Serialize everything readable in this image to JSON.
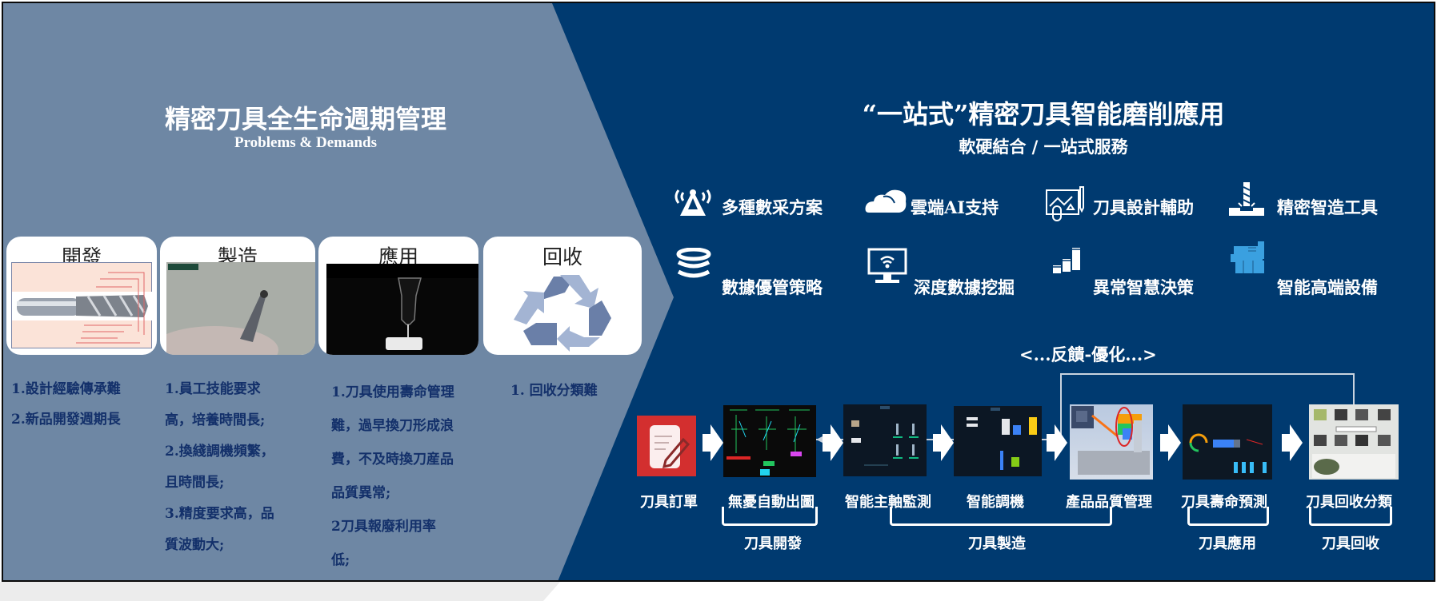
{
  "left": {
    "title": "精密刀具全生命週期管理",
    "subtitle": "Problems & Demands",
    "cards": [
      {
        "title": "開發",
        "image": "end-mill-drawing"
      },
      {
        "title": "製造",
        "image": "tool-inspection-photo"
      },
      {
        "title": "應用",
        "image": "machining-photo"
      },
      {
        "title": "回收",
        "image": "recycle-icon"
      }
    ],
    "issues": [
      [
        "1.設計經驗傳承難",
        "2.新品開發週期長"
      ],
      [
        "1.員工技能要求",
        "高，培養時間長;",
        "2.換綫調機頻繁，",
        "且時間長;",
        "3.精度要求高，品",
        "質波動大;"
      ],
      [
        "1.刀具使用壽命管理",
        "難，過早換刀形成浪",
        "費，不及時換刀産品",
        "品質異常;",
        "2刀具報廢利用率",
        "低;"
      ],
      [
        "1. 回收分類難"
      ]
    ]
  },
  "right": {
    "title": "“一站式”精密刀具智能磨削應用",
    "subtitle": "軟硬結合 / 一站式服務",
    "features": [
      {
        "label": "多種數采方案",
        "icon": "signal-tower-icon"
      },
      {
        "label": "雲端AI支持",
        "icon": "cloud-icon"
      },
      {
        "label": "刀具設計輔助",
        "icon": "design-board-icon"
      },
      {
        "label": "精密智造工具",
        "icon": "drill-bit-icon"
      },
      {
        "label": "數據優管策略",
        "icon": "database-icon"
      },
      {
        "label": "深度數據挖掘",
        "icon": "monitor-wifi-icon"
      },
      {
        "label": "異常智慧決策",
        "icon": "bar-blocks-icon"
      },
      {
        "label": "智能高端設備",
        "icon": "machine-icon"
      }
    ],
    "feedback_label": "<...反饋-優化...>",
    "flow": [
      {
        "label": "刀具訂單"
      },
      {
        "label": "無憂自動出圖"
      },
      {
        "label": "智能主軸監測"
      },
      {
        "label": "智能調機"
      },
      {
        "label": "產品品質管理"
      },
      {
        "label": "刀具壽命預測"
      },
      {
        "label": "刀具回收分類"
      }
    ],
    "stages": [
      "刀具開發",
      "刀具製造",
      "刀具應用",
      "刀具回收"
    ]
  },
  "colors": {
    "left_bg": "#6e87a4",
    "right_bg": "#003a70",
    "issue_text": "#13306a",
    "order_red": "#d32f2f"
  }
}
